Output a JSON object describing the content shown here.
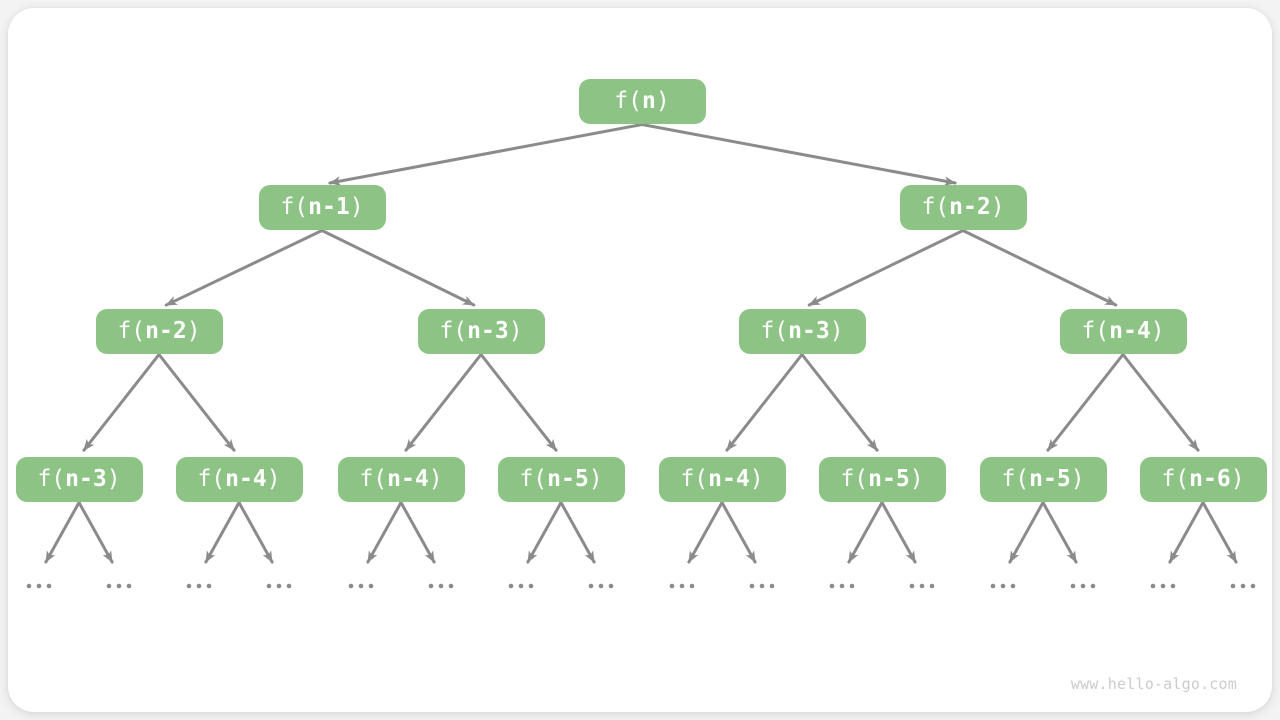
{
  "page": {
    "watermark": "www.hello-algo.com"
  },
  "colors": {
    "page_background": "#f3f3f3",
    "card_background": "#ffffff",
    "node_fill": "#8dc485",
    "node_text": "#ffffff",
    "arrow": "#8b8b8b",
    "ellipsis_dot": "#8a8a8a",
    "watermark_text": "#cbcbcb"
  },
  "tree": {
    "description": "recursion tree of f(n) = f(n-1) + f(n-2)",
    "node_label_prefix": "f(",
    "node_label_suffix": ")",
    "levels": [
      [
        "n"
      ],
      [
        "n-1",
        "n-2"
      ],
      [
        "n-2",
        "n-3",
        "n-3",
        "n-4"
      ],
      [
        "n-3",
        "n-4",
        "n-4",
        "n-5",
        "n-4",
        "n-5",
        "n-5",
        "n-6"
      ]
    ],
    "leaf_ellipsis_symbol": "...",
    "leaf_ellipsis_count": 16
  }
}
